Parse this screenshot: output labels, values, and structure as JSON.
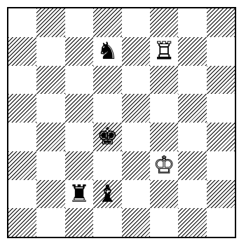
{
  "board": {
    "files": [
      "a",
      "b",
      "c",
      "d",
      "e",
      "f",
      "g",
      "h"
    ],
    "ranks": [
      8,
      7,
      6,
      5,
      4,
      3,
      2,
      1
    ],
    "light_square_color": "#ffffff",
    "dark_square_style": "diagonal-hatch",
    "pieces": [
      {
        "square": "d7",
        "piece": "knight",
        "color": "black",
        "glyph": "♞"
      },
      {
        "square": "f7",
        "piece": "rook",
        "color": "white",
        "glyph": "♖"
      },
      {
        "square": "d4",
        "piece": "king",
        "color": "black",
        "glyph": "♚"
      },
      {
        "square": "f3",
        "piece": "king",
        "color": "white",
        "glyph": "♔"
      },
      {
        "square": "c2",
        "piece": "rook",
        "color": "black",
        "glyph": "♜"
      },
      {
        "square": "d2",
        "piece": "bishop",
        "color": "black",
        "glyph": "♝"
      }
    ]
  }
}
